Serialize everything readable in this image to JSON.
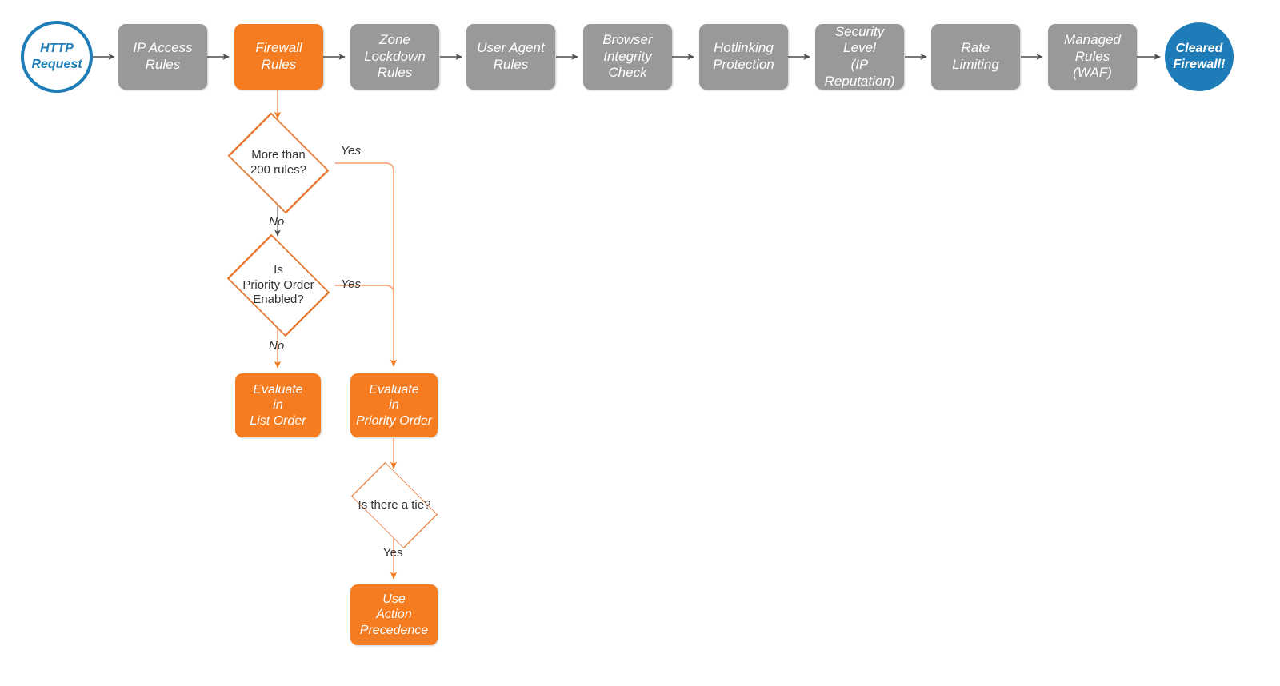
{
  "diagram": {
    "title": "Cloudflare Firewall Rules Evaluation Order",
    "colors": {
      "orange": "#F57C20",
      "orange_stroke": "#E8762C",
      "orange_light": "#F9A97E",
      "gray": "#999999",
      "gray_arrow": "#4D4D4D",
      "blue": "#1E7CB8",
      "text_dark": "#333333",
      "white": "#FFFFFF"
    }
  },
  "pipeline": {
    "start": {
      "label": "HTTP\nRequest"
    },
    "steps": [
      {
        "label": "IP Access\nRules",
        "state": "inactive"
      },
      {
        "label": "Firewall\nRules",
        "state": "active"
      },
      {
        "label": "Zone\nLockdown\nRules",
        "state": "inactive"
      },
      {
        "label": "User Agent\nRules",
        "state": "inactive"
      },
      {
        "label": "Browser\nIntegrity\nCheck",
        "state": "inactive"
      },
      {
        "label": "Hotlinking\nProtection",
        "state": "inactive"
      },
      {
        "label": "Security\nLevel\n(IP Reputation)",
        "state": "inactive"
      },
      {
        "label": "Rate\nLimiting",
        "state": "inactive"
      },
      {
        "label": "Managed\nRules\n(WAF)",
        "state": "inactive"
      }
    ],
    "end": {
      "label": "Cleared\nFirewall!"
    }
  },
  "decisions": [
    {
      "id": "more-than-200-rules",
      "label": "More than\n200 rules?"
    },
    {
      "id": "is-priority-order",
      "label": "Is\nPriority Order\nEnabled?"
    },
    {
      "id": "is-there-a-tie",
      "label": "Is there a tie?"
    }
  ],
  "outcomes": [
    {
      "id": "evaluate-list-order",
      "label": "Evaluate\nin\nList Order"
    },
    {
      "id": "evaluate-priority-order",
      "label": "Evaluate\nin\nPriority Order"
    },
    {
      "id": "use-action-precedence",
      "label": "Use\nAction\nPrecedence"
    }
  ],
  "edge_labels": {
    "rules_yes": "Yes",
    "rules_no": "No",
    "priority_yes": "Yes",
    "priority_no": "No",
    "tie_yes": "Yes"
  }
}
